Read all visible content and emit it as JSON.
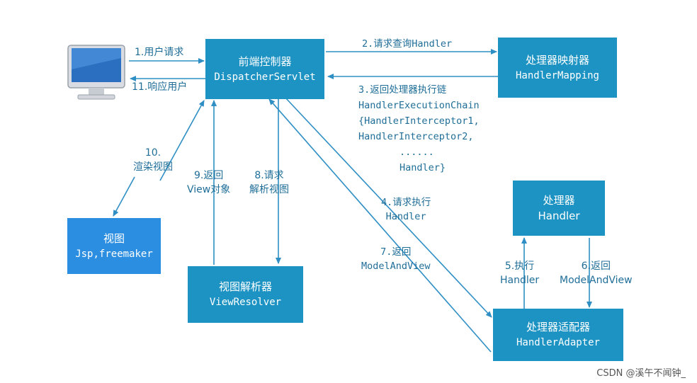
{
  "colors": {
    "box": "#1d93c4",
    "view_box": "#2b8ee0",
    "arrow": "#2f8fc4",
    "label": "#1f6e98"
  },
  "nodes": {
    "client": {
      "icon": "computer-monitor-icon"
    },
    "dispatcher": {
      "cn": "前端控制器",
      "en": "DispatcherServlet"
    },
    "mapping": {
      "cn": "处理器映射器",
      "en": "HandlerMapping"
    },
    "handler": {
      "cn": "处理器",
      "en": "Handler"
    },
    "adapter": {
      "cn": "处理器适配器",
      "en": "HandlerAdapter"
    },
    "resolver": {
      "cn": "视图解析器",
      "en": "ViewResolver"
    },
    "view": {
      "cn": "视图",
      "en": "Jsp,freemaker"
    }
  },
  "edges": {
    "e1": "1.用户请求",
    "e11": "11.响应用户",
    "e2": "2.请求查询Handler",
    "e3": {
      "line1": "3.返回处理器执行链",
      "line2": "HandlerExecutionChain",
      "line3": "{HandlerInterceptor1,",
      "line4": "HandlerInterceptor2,",
      "line5": "......",
      "line6": "Handler}"
    },
    "e4": {
      "line1": "4.请求执行",
      "line2": "Handler"
    },
    "e5": {
      "line1": "5.执行",
      "line2": "Handler"
    },
    "e6": {
      "line1": "6.返回",
      "line2": "ModelAndView"
    },
    "e7": {
      "line1": "7.返回",
      "line2": "ModelAndView"
    },
    "e8": {
      "line1": "8.请求",
      "line2": "解析视图"
    },
    "e9": {
      "line1": "9.返回",
      "line2": "View对象"
    },
    "e10": {
      "line1": "10.",
      "line2": "渲染视图"
    }
  },
  "watermark": "CSDN @溪午不闻钟_"
}
